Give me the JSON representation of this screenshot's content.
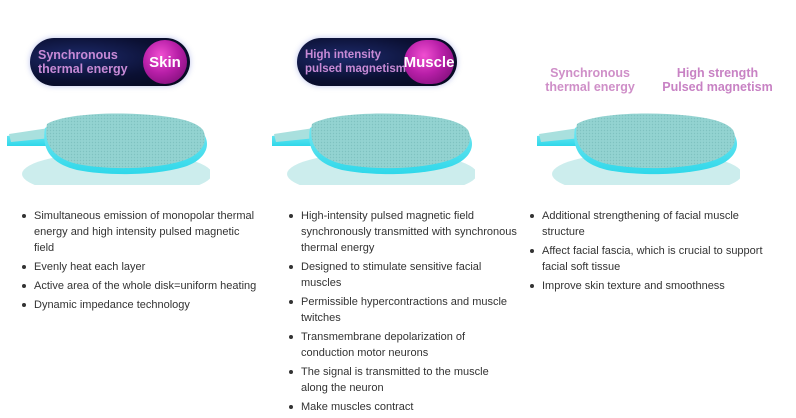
{
  "skin_panel": {
    "badge_text": "Synchronous thermal energy",
    "badge_circle": "Skin",
    "bullets": [
      "Simultaneous emission of monopolar thermal energy and high intensity pulsed magnetic field",
      "Evenly heat each layer",
      "Active area of the whole disk=uniform heating",
      "Dynamic impedance technology"
    ]
  },
  "muscle_panel": {
    "badge_text": "High intensity pulsed magnetism",
    "badge_circle": "Muscle",
    "bullets": [
      "High-intensity pulsed magnetic field synchronously transmitted with synchronous thermal energy",
      "Designed to stimulate sensitive facial muscles",
      "Permissible hypercontractions and muscle twitches",
      "Transmembrane depolarization of conduction motor neurons",
      "The signal is transmitted to the muscle along the neuron",
      "Make muscles contract"
    ]
  },
  "combined_panel": {
    "label_left": "Synchronous thermal energy",
    "label_right": "High strength Pulsed magnetism",
    "bullets": [
      "Additional strengthening of facial muscle structure",
      "Affect facial fascia, which is crucial to support facial soft tissue",
      "Improve skin texture and smoothness"
    ]
  },
  "colors": {
    "badge_bg": "#0b1033",
    "badge_text": "#c78ad6",
    "circle_magenta": "#b81fa8",
    "pad_teal": "#8fd0cf",
    "pad_glow": "#3ff0ff"
  }
}
